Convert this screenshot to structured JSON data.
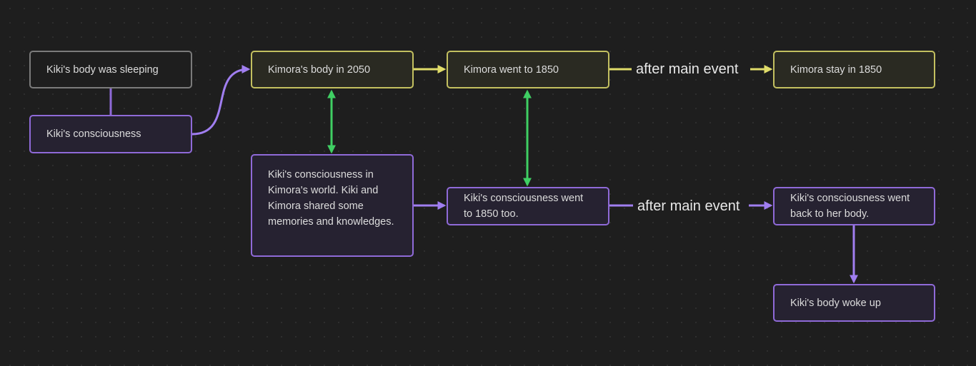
{
  "nodes": {
    "kiki_body_sleeping": "Kiki's body was sleeping",
    "kiki_consciousness": "Kiki's consciousness",
    "kimora_body_2050": "Kimora's body in 2050",
    "kimora_went_1850": "Kimora went to 1850",
    "kimora_stay_1850": "Kimora stay in 1850",
    "kiki_consciousness_kimora_world": "Kiki's consciousness in Kimora's world. Kiki and Kimora shared some memories and knowledges.",
    "kiki_consciousness_1850": "Kiki's consciousness went to 1850 too.",
    "kiki_consciousness_back": "Kiki's consciousness went back to her body.",
    "kiki_body_woke": "Kiki's body woke up"
  },
  "edge_labels": {
    "top": "after main event",
    "bottom": "after main event"
  },
  "colors": {
    "background": "#1e1e1e",
    "gray": "#7b7b7b",
    "purple": "#8f6ad8",
    "yellow": "#c3c060",
    "green": "#3fcf63"
  }
}
